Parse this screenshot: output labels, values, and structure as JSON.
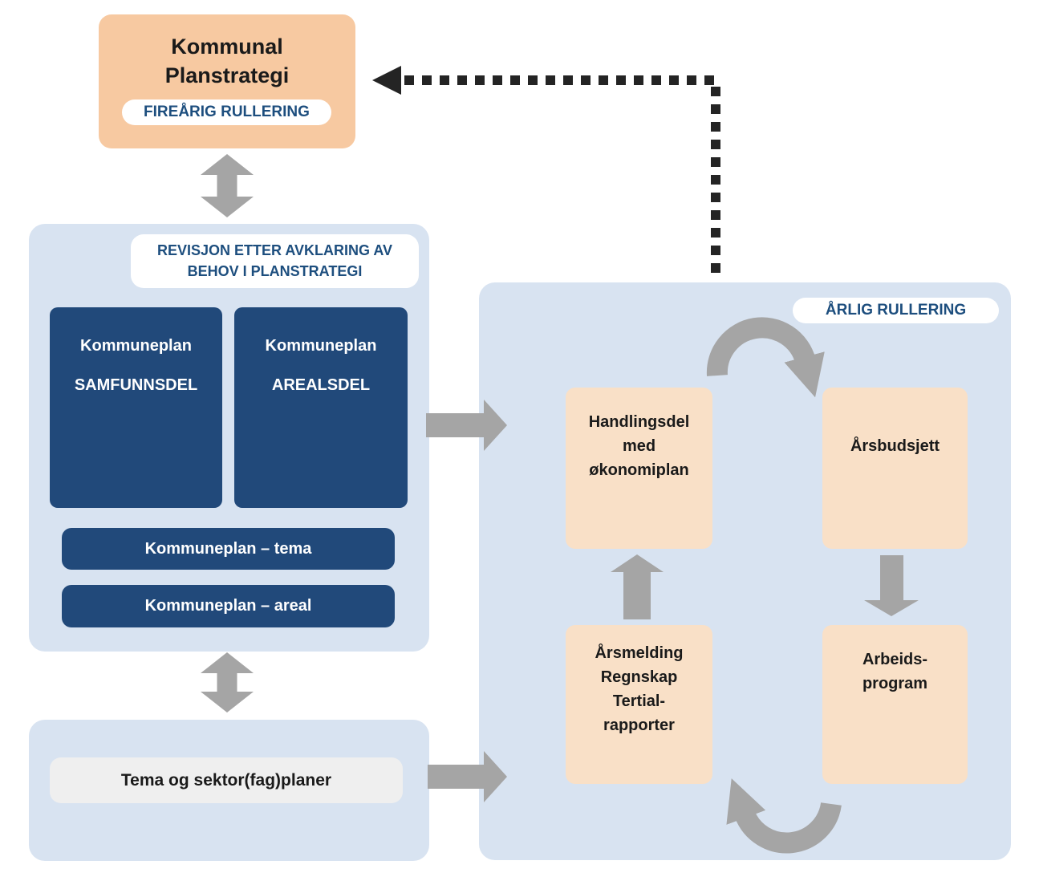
{
  "colors": {
    "panel_blue": "#d8e3f1",
    "navy_box": "#21497a",
    "peach_strong": "#f7c9a1",
    "peach_light": "#f9e0c7",
    "grey_arrow": "#a5a5a5",
    "grey_pill": "#efefef",
    "badge_text_blue": "#1d4e7e",
    "dashed_arrow_black": "#242424"
  },
  "top_box": {
    "title_lines": [
      "Kommunal",
      "Planstrategi"
    ],
    "badge": "FIREÅRIG RULLERING"
  },
  "left_panel": {
    "badge_lines": [
      "REVISJON ETTER AVKLARING AV",
      "BEHOV I PLANSTRATEGI"
    ],
    "box_samfunnsdel_lines": [
      "Kommuneplan",
      "SAMFUNNSDEL"
    ],
    "box_arealsdel_lines": [
      "Kommuneplan",
      "AREALSDEL"
    ],
    "bar_tema": "Kommuneplan – tema",
    "bar_areal": "Kommuneplan – areal"
  },
  "bottom_panel": {
    "label": "Tema og sektor(fag)planer"
  },
  "right_panel": {
    "badge": "ÅRLIG RULLERING",
    "box_handlingsdel_lines": [
      "Handlingsdel",
      "med",
      "økonomiplan"
    ],
    "box_arsbudsjett": "Årsbudsjett",
    "box_arsmelding_lines": [
      "Årsmelding",
      "Regnskap",
      "Tertial-",
      "rapporter"
    ],
    "box_arbeidsprogram_lines": [
      "Arbeids-",
      "program"
    ]
  },
  "icons": {
    "dashed_feedback_arrow": "dashed-left-arrow",
    "top_double_arrow": "double-vertical-arrow",
    "bottom_double_arrow": "double-vertical-arrow",
    "upper_right_arrow": "right-arrow",
    "lower_right_arrow": "right-arrow",
    "up_arrow": "up-arrow",
    "down_arrow": "down-arrow",
    "curved_top_arrow": "curved-clockwise-arrow",
    "curved_bottom_arrow": "curved-counterclockwise-arrow"
  }
}
